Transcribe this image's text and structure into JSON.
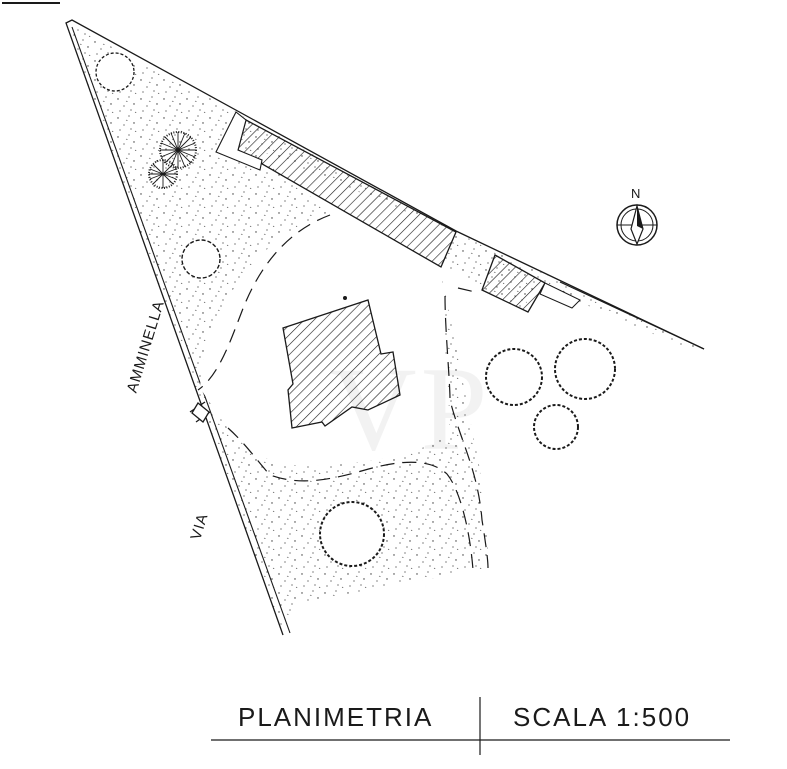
{
  "plan": {
    "street_name_part1": "AMMINELLA",
    "street_name_part2": "VIA",
    "north_label": "N",
    "watermark": "VP"
  },
  "title_block": {
    "title": "PLANIMETRIA",
    "scale": "SCALA 1:500"
  },
  "colors": {
    "ink": "#1a1a1a",
    "paper": "#ffffff"
  }
}
